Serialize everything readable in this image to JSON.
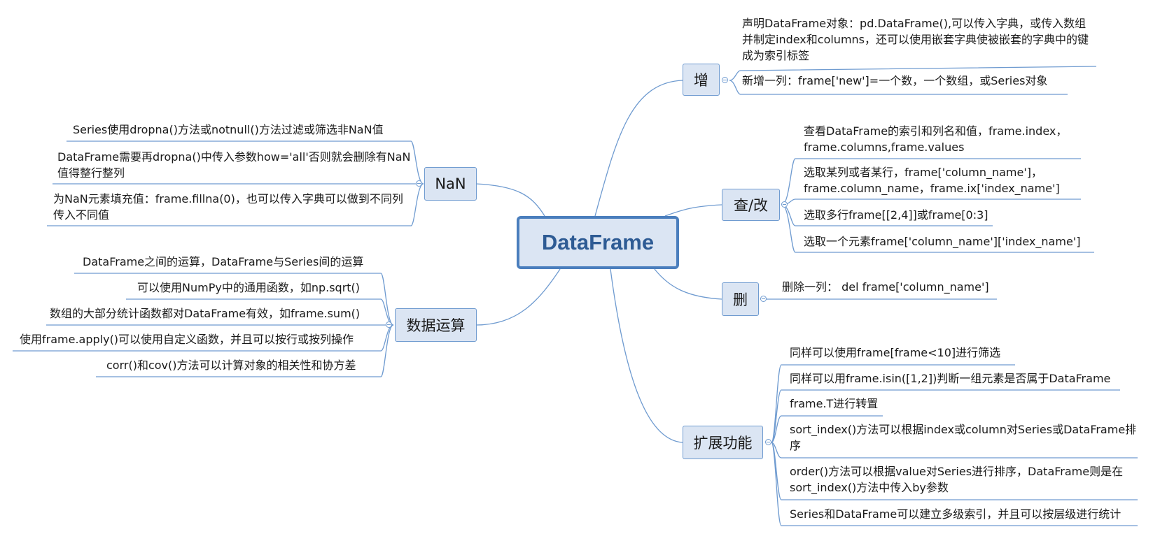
{
  "root": {
    "label": "DataFrame"
  },
  "branches": {
    "add": {
      "label": "增",
      "items": [
        "声明DataFrame对象：pd.DataFrame(),可以传入字典，或传入数组并制定index和columns，还可以使用嵌套字典使被嵌套的字典中的键成为索引标签",
        "新增一列：frame['new']=一个数，一个数组，或Series对象"
      ]
    },
    "query": {
      "label": "查/改",
      "items": [
        "查看DataFrame的索引和列名和值，frame.index，frame.columns,frame.values",
        "选取某列或者某行，frame['column_name']，frame.column_name，frame.ix['index_name']",
        "选取多行frame[[2,4]]或frame[0:3]",
        "选取一个元素frame['column_name']['index_name']"
      ]
    },
    "delete": {
      "label": "删",
      "items": [
        "删除一列： del frame['column_name']"
      ]
    },
    "extend": {
      "label": "扩展功能",
      "items": [
        "同样可以使用frame[frame<10]进行筛选",
        "同样可以用frame.isin([1,2])判断一组元素是否属于DataFrame",
        "frame.T进行转置",
        "sort_index()方法可以根据index或column对Series或DataFrame排序",
        "order()方法可以根据value对Series进行排序，DataFrame则是在sort_index()方法中传入by参数",
        "Series和DataFrame可以建立多级索引，并且可以按层级进行统计"
      ]
    },
    "nan": {
      "label": "NaN",
      "items": [
        "Series使用dropna()方法或notnull()方法过滤或筛选非NaN值",
        "DataFrame需要再dropna()中传入参数how='all'否则就会删除有NaN值得整行整列",
        "为NaN元素填充值：frame.fillna(0)，也可以传入字典可以做到不同列传入不同值"
      ]
    },
    "ops": {
      "label": "数据运算",
      "items": [
        "DataFrame之间的运算，DataFrame与Series间的运算",
        "可以使用NumPy中的通用函数，如np.sqrt()",
        "数组的大部分统计函数都对DataFrame有效，如frame.sum()",
        "使用frame.apply()可以使用自定义函数，并且可以按行或按列操作",
        "corr()和cov()方法可以计算对象的相关性和协方差"
      ]
    }
  }
}
